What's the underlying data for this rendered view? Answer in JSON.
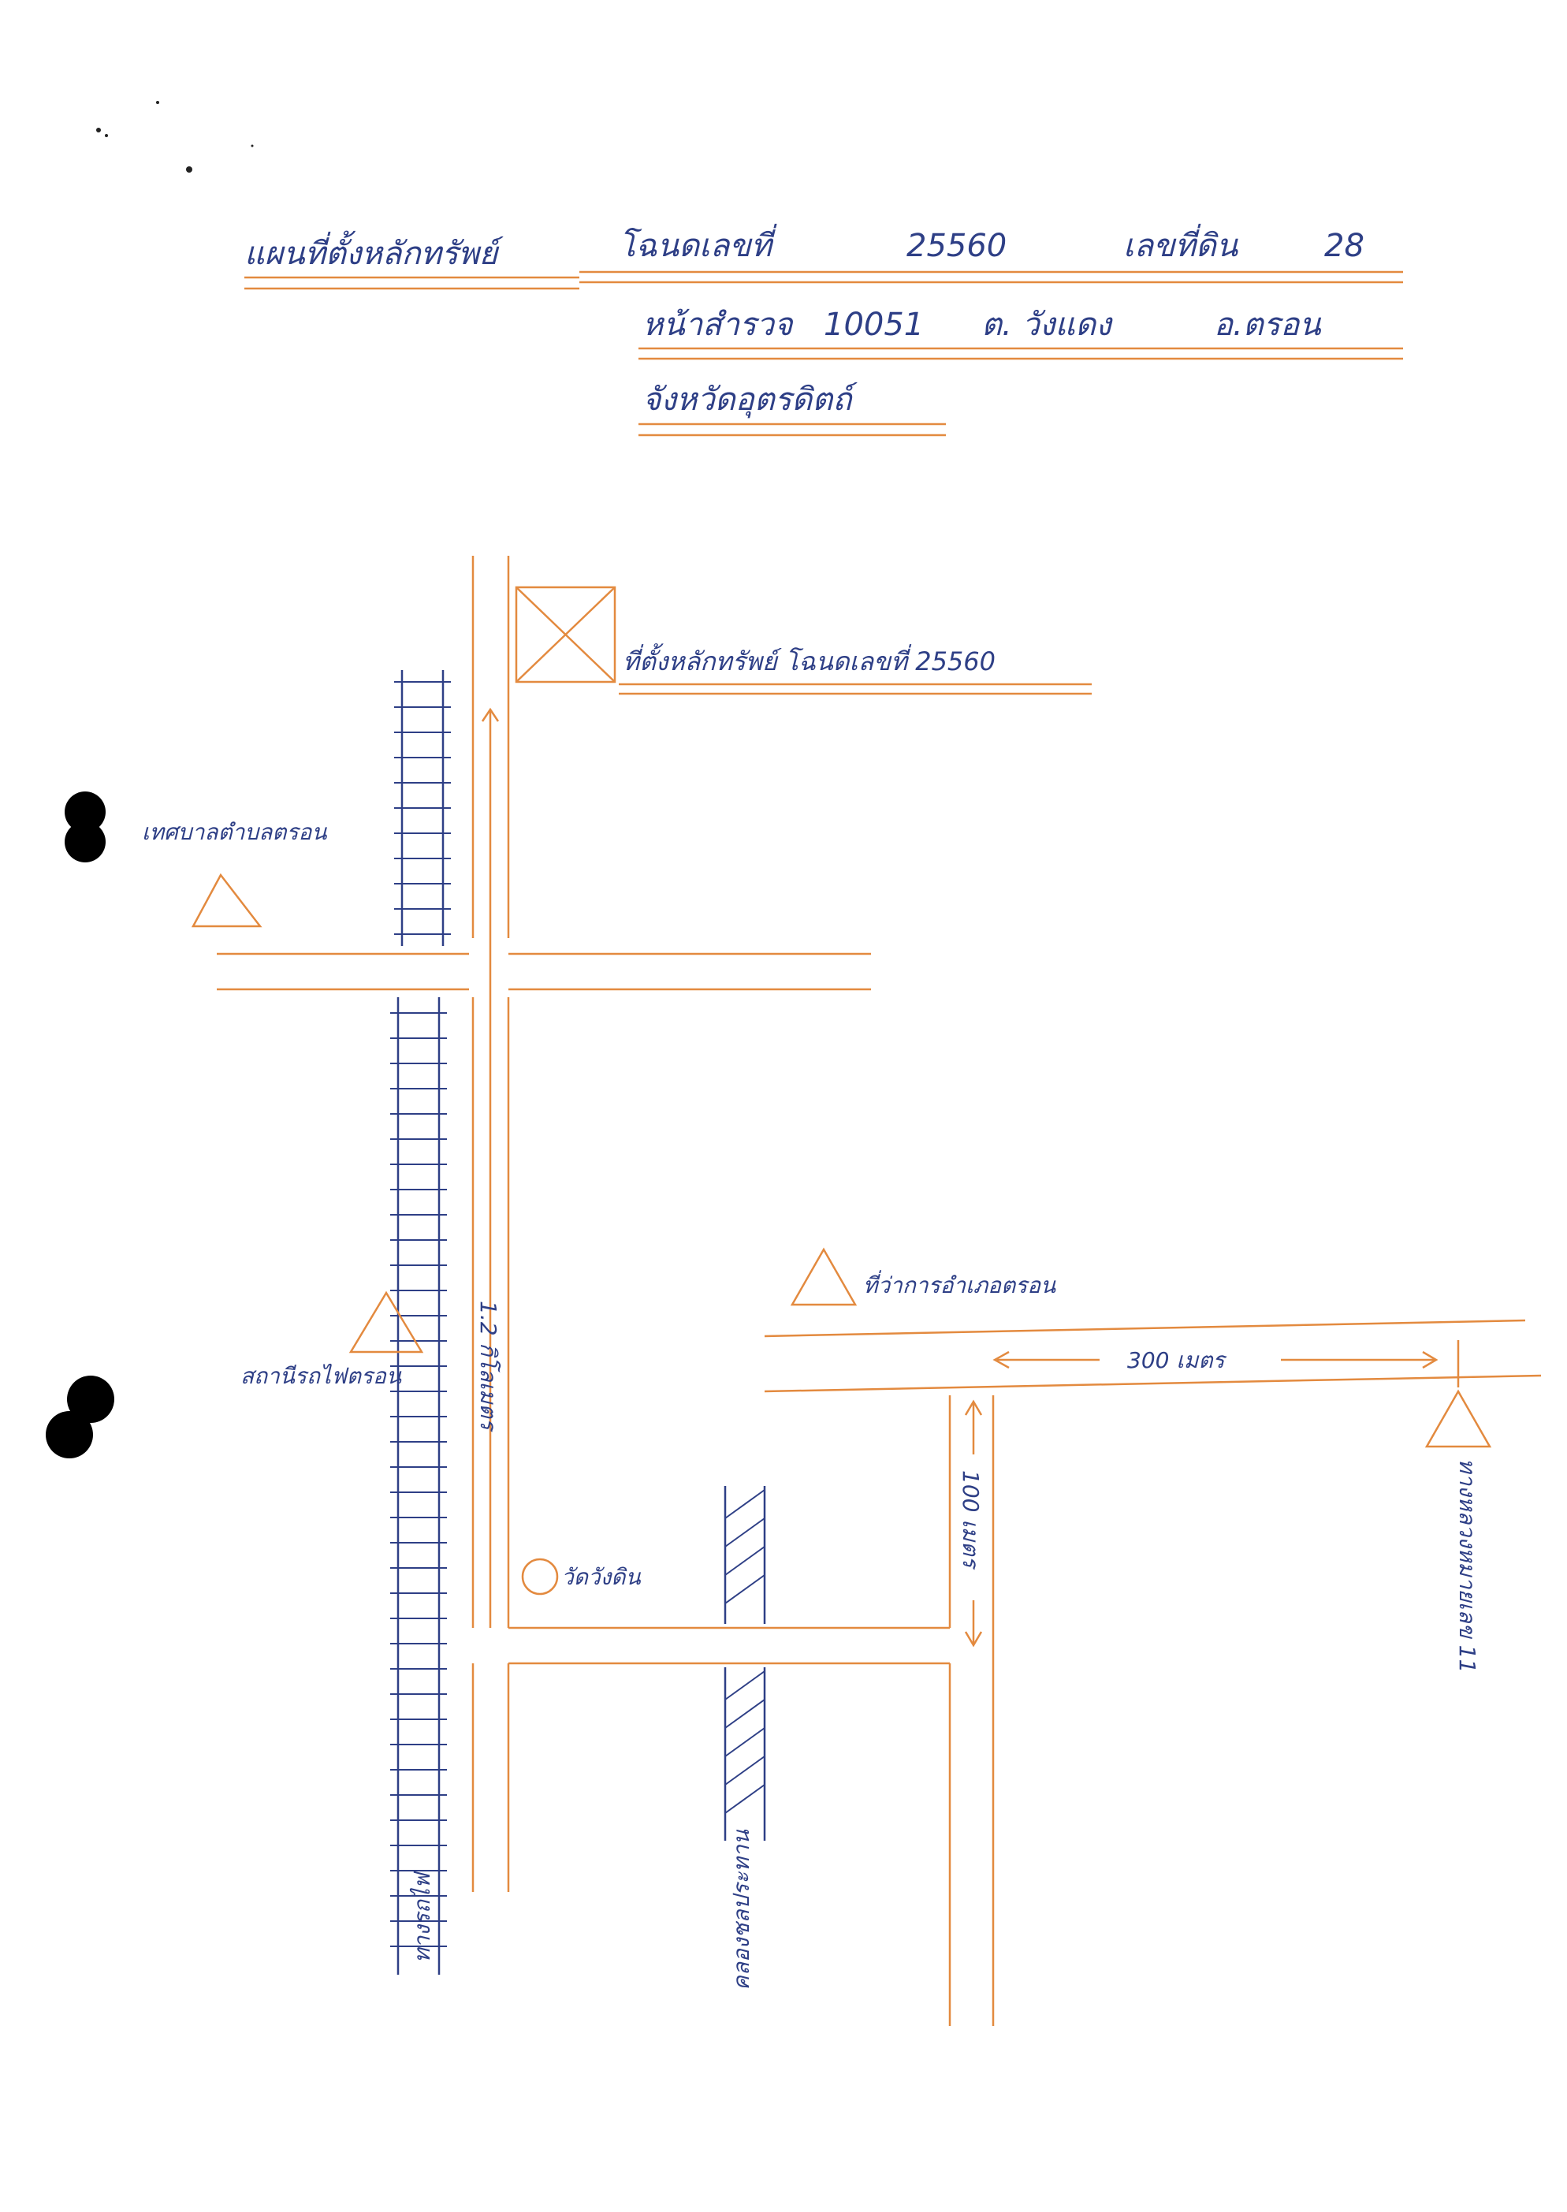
{
  "header": {
    "title_line1_text": "แผนที่ตั้งหลักทรัพย์",
    "title_line1_deed": "โฉนดเลขที่",
    "title_line1_deed_no": "25560",
    "title_line1_land": "เลขที่ดิน",
    "title_line1_land_no": "28",
    "title_line2_survey": "หน้าสำรวจ",
    "title_line2_survey_no": "10051",
    "title_line2_tambon": "ต. วังแดง",
    "title_line2_amphoe": "อ.ตรอน",
    "title_line3_province": "จังหวัดอุตรดิตถ์"
  },
  "map": {
    "property_label": "ที่ตั้งหลักทรัพย์ โฉนดเลขที่ 25560",
    "market_label": "เทศบาลตำบลตรอน",
    "station_label": "สถานีรถไฟตรอน",
    "district_label": "ที่ว่าการอำเภอตรอน",
    "temple_label": "วัดวังดิน",
    "road_right_label": "ทางหลวงหมายเลข 11",
    "canal_label": "คลองชลประทาน",
    "rail_label": "ทางรถไฟ",
    "dist_12km": "1.2 กิโลเมตร",
    "dist_300m": "300 เมตร",
    "dist_100m": "100 เมตร"
  },
  "colors": {
    "road": "#e38a3f",
    "ink": "#2e3f86",
    "redaction": "#000000"
  }
}
